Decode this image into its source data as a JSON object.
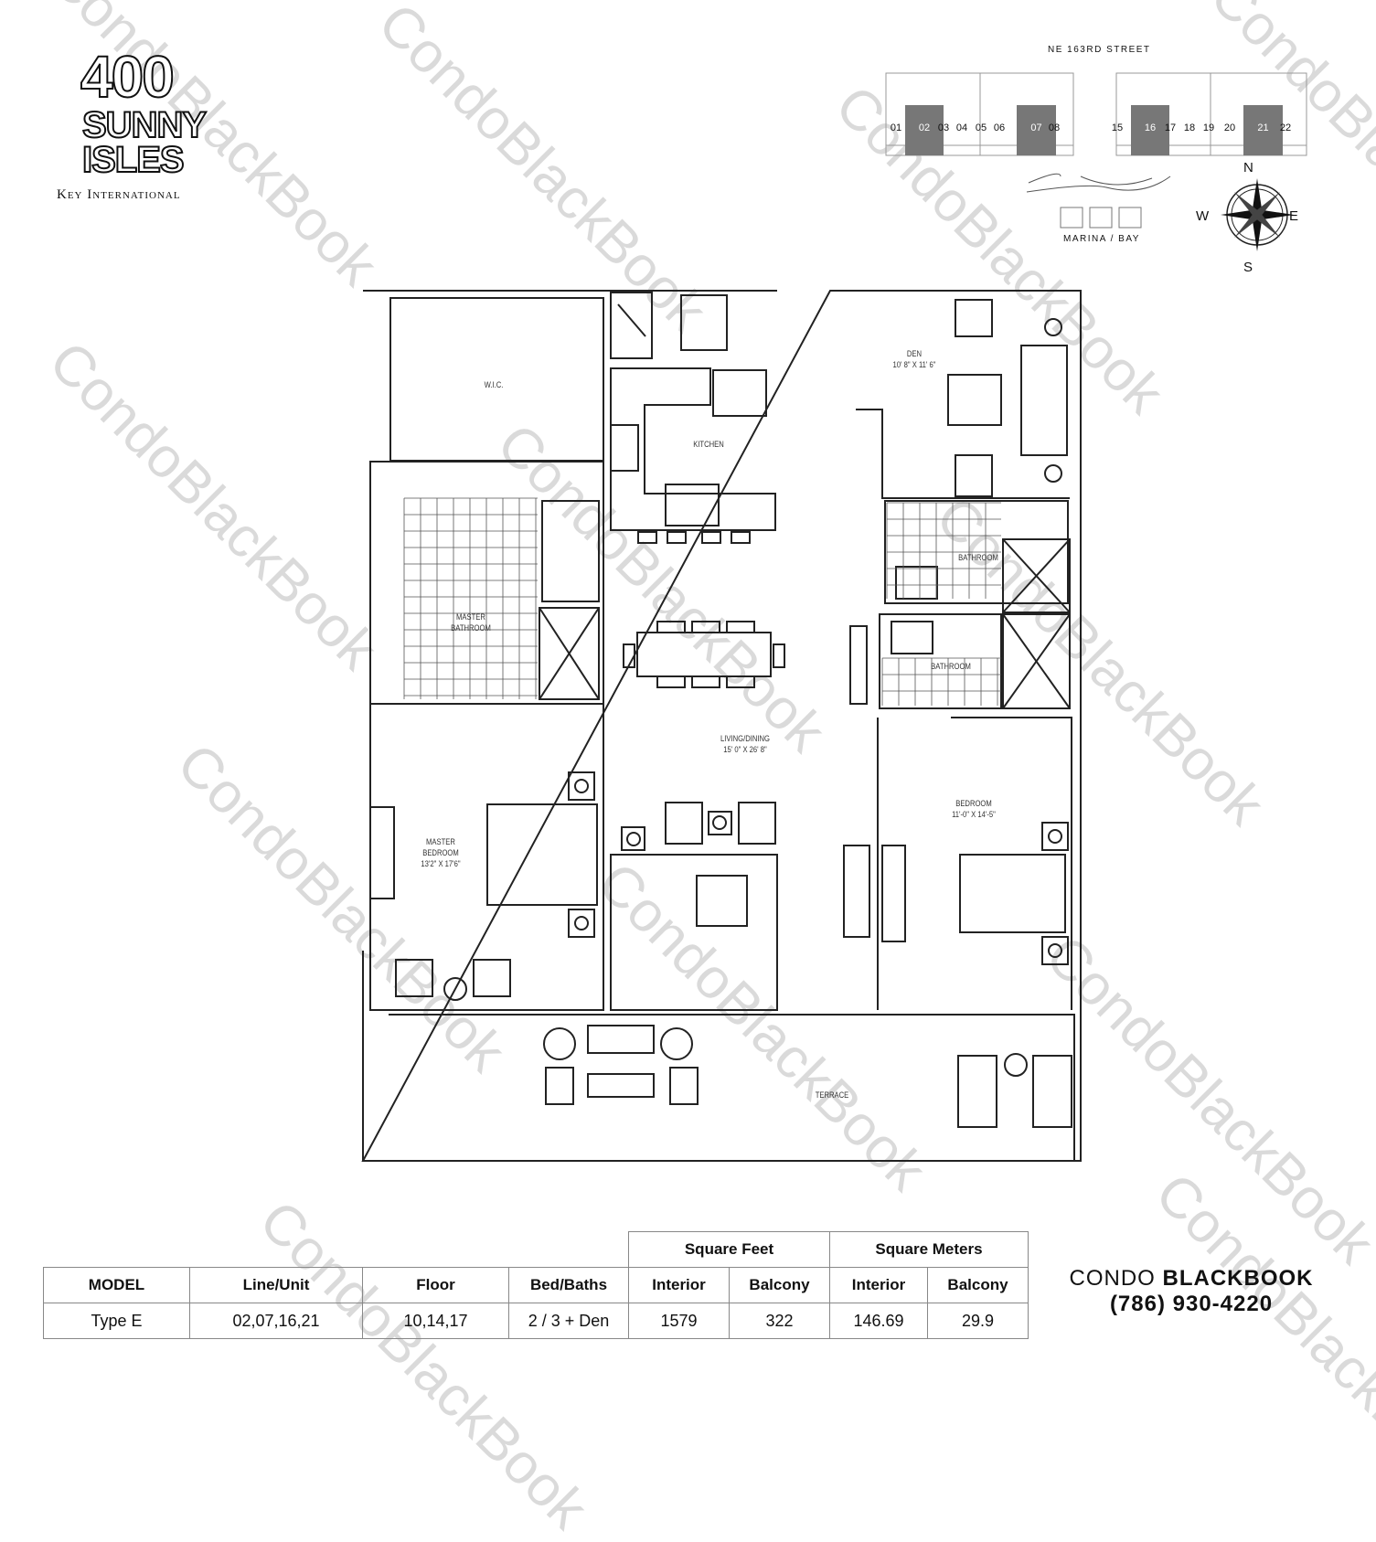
{
  "logo": {
    "number": "400",
    "line1": "SUNNY",
    "line2": "ISLES",
    "developer": "Key International"
  },
  "keyplan": {
    "street": "NE 163RD STREET",
    "units": [
      "01",
      "02",
      "03",
      "04",
      "05",
      "06",
      "07",
      "08",
      "15",
      "16",
      "17",
      "18",
      "19",
      "20",
      "21",
      "22"
    ],
    "highlighted_units": [
      "02",
      "07",
      "16",
      "21"
    ],
    "highlight_color": "#777777",
    "water_label": "MARINA / BAY",
    "compass": {
      "n": "N",
      "s": "S",
      "e": "E",
      "w": "W"
    }
  },
  "rooms": {
    "wic": "W.I.C.",
    "kitchen": "KITCHEN",
    "den": {
      "name": "DEN",
      "size": "10' 8\" X 11' 6\""
    },
    "bathroom1": "BATHROOM",
    "bathroom2": "BATHROOM",
    "master_bathroom": {
      "line1": "MASTER",
      "line2": "BATHROOM"
    },
    "living": {
      "name": "LIVING/DINING",
      "size": "15' 0\" X 26' 8\""
    },
    "master_bedroom": {
      "line1": "MASTER",
      "line2": "BEDROOM",
      "size": "13'2\" X 17'6\""
    },
    "bedroom": {
      "name": "BEDROOM",
      "size": "11'-0\" X 14'-5\""
    },
    "terrace": "TERRACE"
  },
  "spec_table": {
    "group_headers": [
      "Square Feet",
      "Square Meters"
    ],
    "headers": [
      "MODEL",
      "Line/Unit",
      "Floor",
      "Bed/Baths",
      "Interior",
      "Balcony",
      "Interior",
      "Balcony"
    ],
    "row": [
      "Type E",
      "02,07,16,21",
      "10,14,17",
      "2 / 3 + Den",
      "1579",
      "322",
      "146.69",
      "29.9"
    ]
  },
  "brand": {
    "name_light": "CONDO",
    "name_bold": "BLACKBOOK",
    "phone": "(786) 930-4220"
  },
  "watermark": "CondoBlackBook"
}
